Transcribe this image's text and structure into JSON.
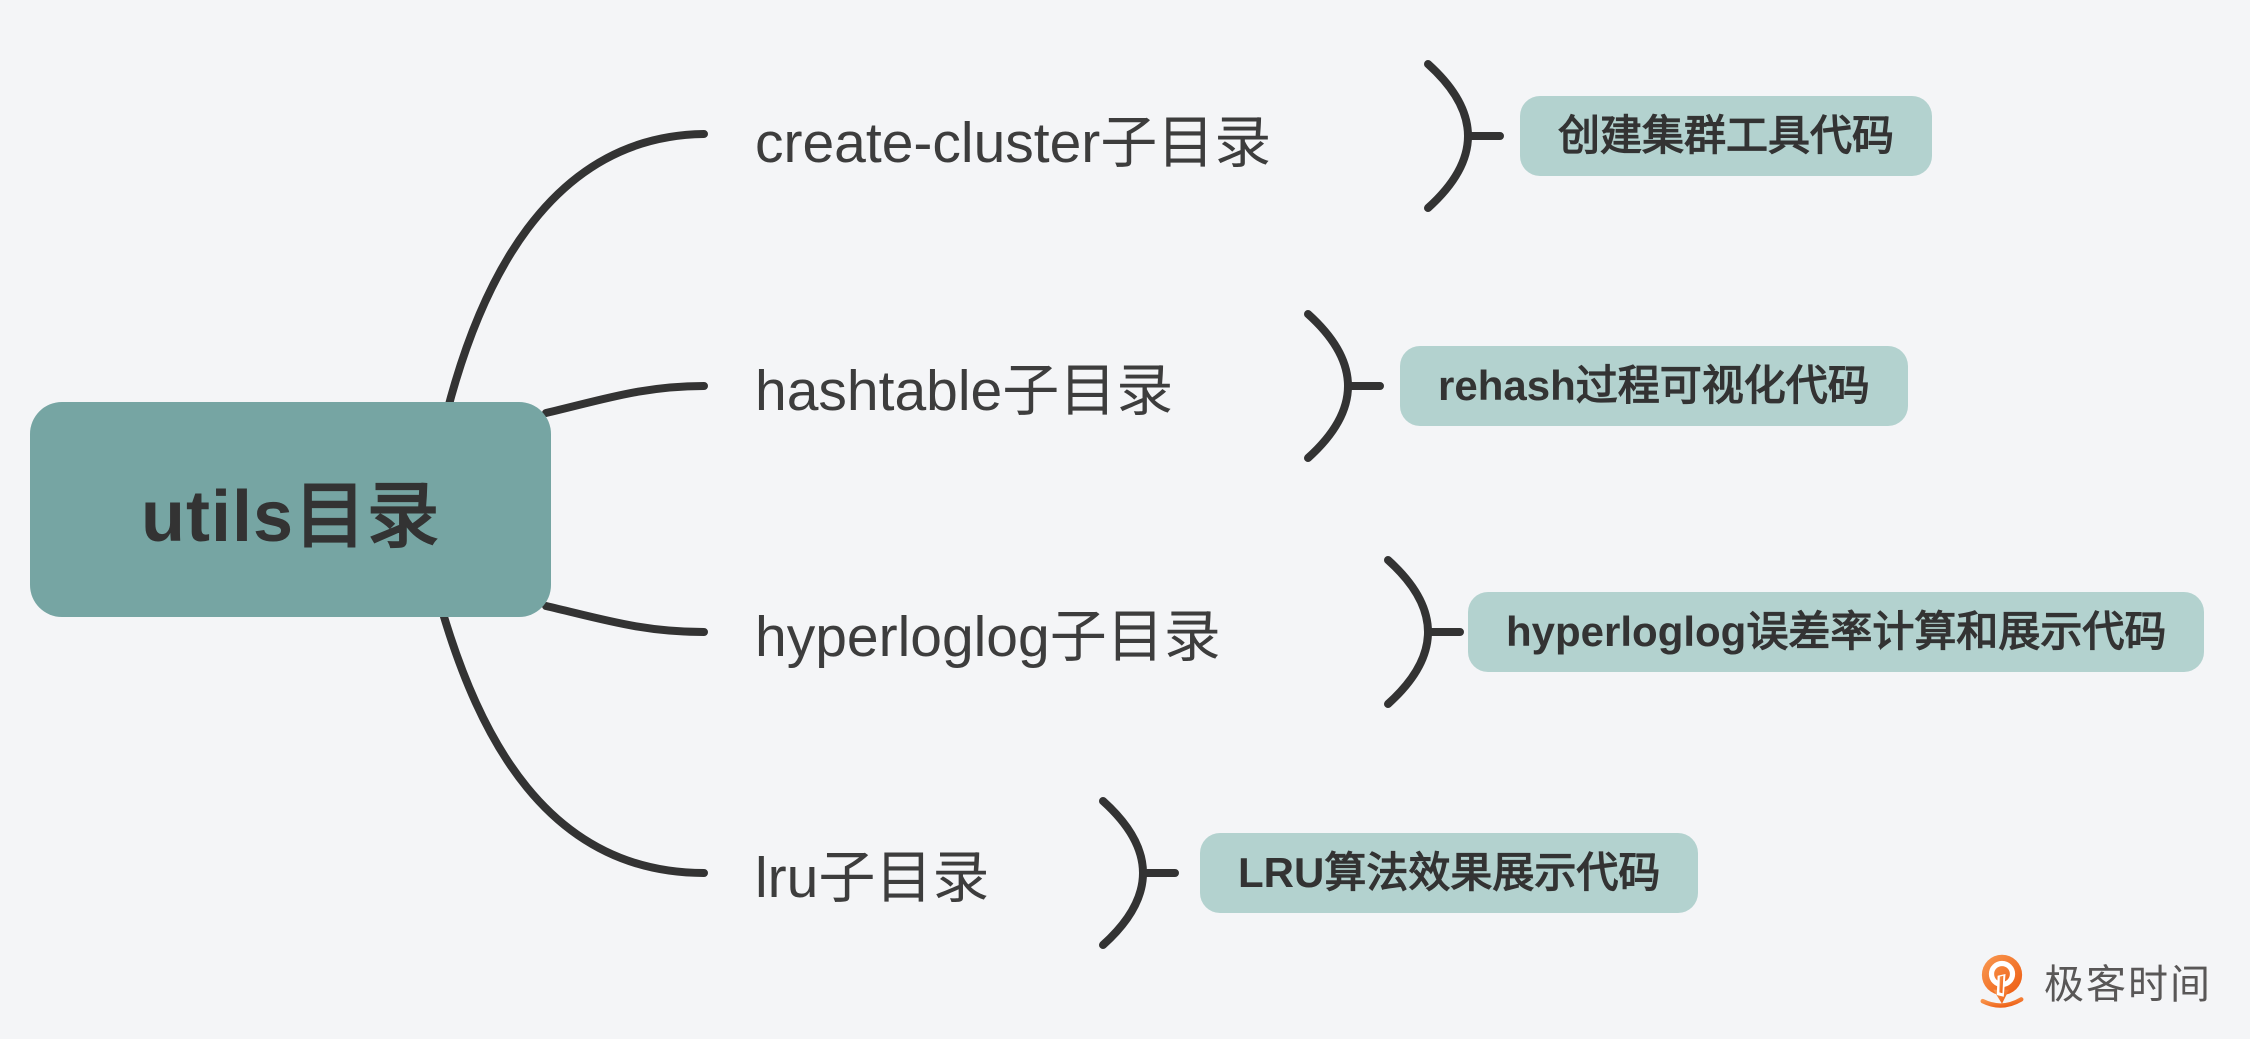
{
  "root": {
    "label": "utils目录"
  },
  "branches": [
    {
      "label": "create-cluster子目录",
      "summary": "创建集群工具代码"
    },
    {
      "label": "hashtable子目录",
      "summary": "rehash过程可视化代码"
    },
    {
      "label": "hyperloglog子目录",
      "summary": "hyperloglog误差率计算和展示代码"
    },
    {
      "label": "lru子目录",
      "summary": "LRU算法效果展示代码"
    }
  ],
  "watermark": {
    "label": "极客时间"
  },
  "colors": {
    "bg": "#F4F5F7",
    "root-fill": "#76A5A3",
    "badge-fill": "#B3D2CF",
    "ink": "#333333",
    "label-ink": "#3D3D3D",
    "brand-orange": "#F3701F",
    "brand-text": "#595757"
  }
}
